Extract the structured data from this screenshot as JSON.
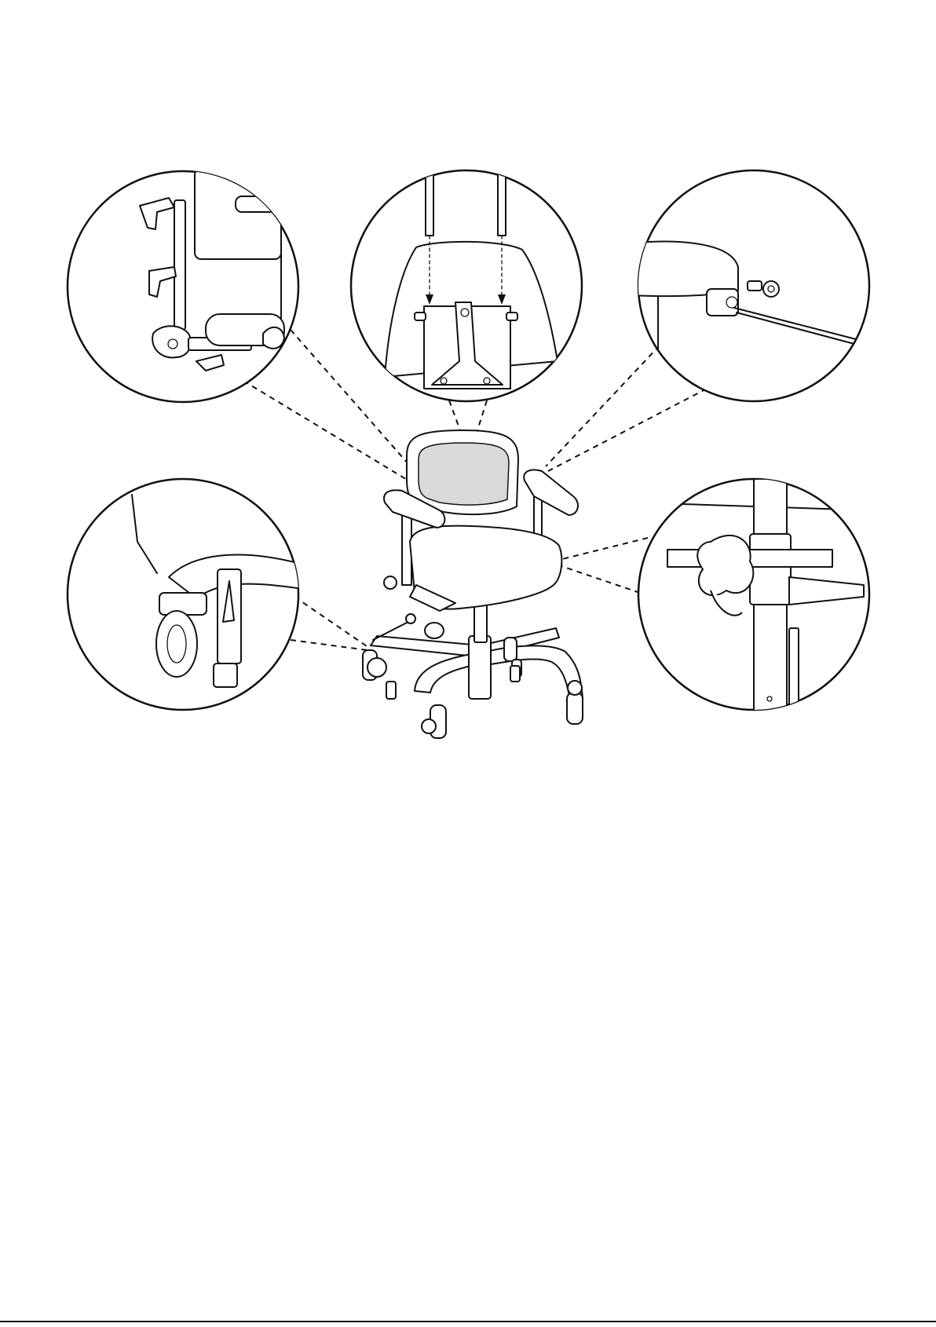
{
  "figure": {
    "description_free": true,
    "colors": {
      "line": "#111111",
      "background": "#ffffff",
      "backrest_fill": "#d9d9d9"
    },
    "callouts": [
      {
        "id": "headrest-mount"
      },
      {
        "id": "backrest-mount"
      },
      {
        "id": "armrest-mount"
      },
      {
        "id": "caster-brake"
      },
      {
        "id": "height-knob"
      }
    ]
  }
}
